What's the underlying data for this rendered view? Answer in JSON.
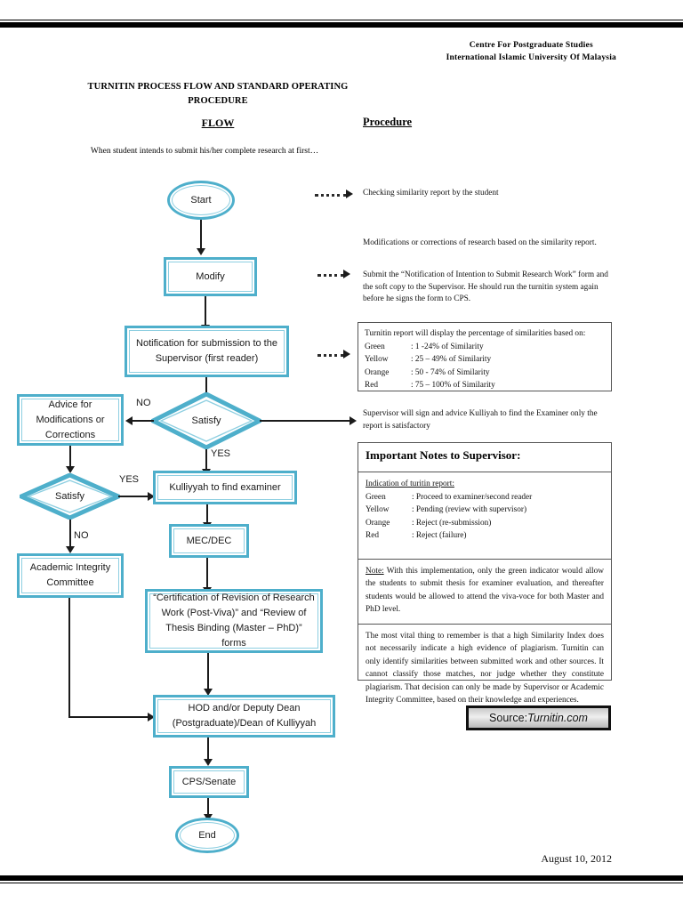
{
  "header": {
    "org_line1": "Centre For Postgraduate Studies",
    "org_line2": "International Islamic University Of Malaysia"
  },
  "titles": {
    "doc_title": "TURNITIN PROCESS FLOW AND STANDARD OPERATING PROCEDURE",
    "flow_heading": "FLOW",
    "procedure_heading": "Procedure",
    "intro": "When student intends to submit his/her complete research at first…"
  },
  "colors": {
    "node_border": "#4EAFCB",
    "node_inner": "#8ECFE1",
    "connector": "#1B1B1B",
    "rule": "#000000"
  },
  "flow": {
    "nodes": [
      {
        "id": "start",
        "type": "oval",
        "label": "Start"
      },
      {
        "id": "modify",
        "type": "process",
        "label": "Modify"
      },
      {
        "id": "notification",
        "type": "process",
        "label": "Notification for submission to the Supervisor (first reader)"
      },
      {
        "id": "satisfy1",
        "type": "decision",
        "label": "Satisfy"
      },
      {
        "id": "advice",
        "type": "process",
        "label": "Advice for Modifications or Corrections"
      },
      {
        "id": "satisfy2",
        "type": "decision",
        "label": "Satisfy"
      },
      {
        "id": "kulliyyah",
        "type": "process",
        "label": "Kulliyyah to find examiner"
      },
      {
        "id": "mecdec",
        "type": "process",
        "label": "MEC/DEC"
      },
      {
        "id": "aic",
        "type": "process",
        "label": "Academic Integrity Committee"
      },
      {
        "id": "certification",
        "type": "process",
        "label": "“Certification of Revision of Research Work (Post-Viva)” and “Review of Thesis Binding (Master – PhD)” forms"
      },
      {
        "id": "hod",
        "type": "process",
        "label": "HOD and/or Deputy Dean (Postgraduate)/Dean of Kulliyyah"
      },
      {
        "id": "cps",
        "type": "process",
        "label": "CPS/Senate"
      },
      {
        "id": "end",
        "type": "oval",
        "label": "End"
      }
    ],
    "edge_labels": {
      "satisfy1_no": "NO",
      "satisfy1_yes": "YES",
      "satisfy2_yes": "YES",
      "satisfy2_no": "NO"
    }
  },
  "procedure": {
    "step1": "Checking similarity report by the student",
    "step2_a": "Modifications or corrections of research based on the similarity report.",
    "step2_b": "Submit the “Notification of Intention to Submit Research Work” form and the soft copy to the Supervisor. He should run the turnitin system again before he signs the form to CPS.",
    "similarity_box": {
      "intro": "Turnitin report will display the percentage of similarities based on:",
      "rows": [
        {
          "label": "Green",
          "value": ": 1 -24% of Similarity"
        },
        {
          "label": "Yellow",
          "value": ": 25 – 49% of Similarity"
        },
        {
          "label": "Orange",
          "value": ": 50 - 74% of Similarity"
        },
        {
          "label": "Red",
          "value": ": 75 – 100% of Similarity"
        }
      ]
    },
    "step4": "Supervisor will sign and advice Kulliyah to find the Examiner only the report is satisfactory"
  },
  "notes": {
    "title": "Important Notes to Supervisor:",
    "indication_title": "Indication of turitin report:",
    "indication_rows": [
      {
        "label": "Green",
        "value": ": Proceed to examiner/second reader"
      },
      {
        "label": "Yellow",
        "value": ": Pending (review with supervisor)"
      },
      {
        "label": "Orange",
        "value": ": Reject (re-submission)"
      },
      {
        "label": "Red",
        "value": ": Reject (failure)"
      }
    ],
    "note_label": "Note:",
    "note_body": " With this implementation, only the green indicator would allow the students to submit thesis for examiner evaluation, and thereafter students would be allowed to attend the viva-voce for both Master and PhD level.",
    "vital_note": "The most vital thing to remember is that a high Similarity Index does not necessarily indicate a high evidence of plagiarism. Turnitin can only identify similarities between submitted work and other sources. It cannot classify those matches, nor judge whether they constitute plagiarism. That decision can only be made by Supervisor or Academic Integrity Committee, based on their knowledge and experiences."
  },
  "source": {
    "prefix": "Source: ",
    "name": "Turnitin.com"
  },
  "footer": {
    "date": "August 10, 2012"
  }
}
